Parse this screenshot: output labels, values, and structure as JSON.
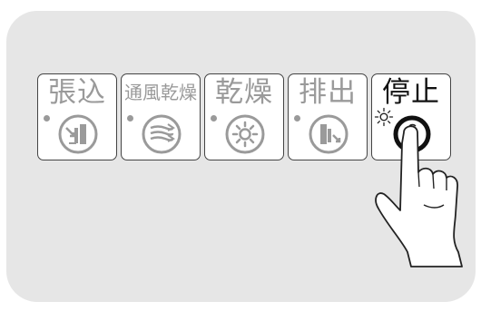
{
  "buttons": [
    {
      "label": "張込",
      "icon": "insert-cassette-icon"
    },
    {
      "label": "通風乾燥",
      "icon": "airflow-icon"
    },
    {
      "label": "乾燥",
      "icon": "sun-dry-icon"
    },
    {
      "label": "排出",
      "icon": "eject-cassette-icon"
    },
    {
      "label": "停止",
      "icon": "stop-ring-icon",
      "state": "lit"
    }
  ],
  "colors": {
    "frame_bg": "#e6e6e6",
    "dim_text": "#9a9a9a",
    "active_text": "#111111",
    "icon_gray": "#9a9a9a"
  }
}
